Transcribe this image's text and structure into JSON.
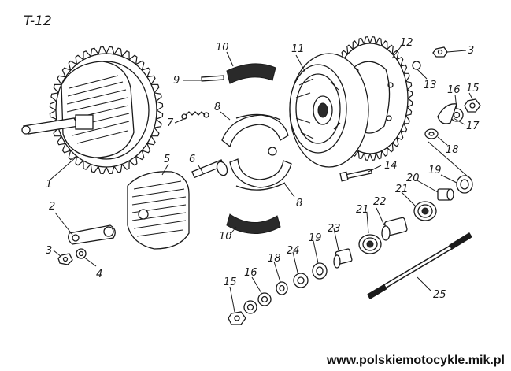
{
  "figure_title": "T-12",
  "watermark": "www.polskiemotocykle.mik.pl",
  "callouts": [
    {
      "id": "c1",
      "text": "1"
    },
    {
      "id": "c2",
      "text": "2"
    },
    {
      "id": "c3a",
      "text": "3"
    },
    {
      "id": "c3b",
      "text": "3"
    },
    {
      "id": "c4",
      "text": "4"
    },
    {
      "id": "c5",
      "text": "5"
    },
    {
      "id": "c6",
      "text": "6"
    },
    {
      "id": "c7",
      "text": "7"
    },
    {
      "id": "c8a",
      "text": "8"
    },
    {
      "id": "c8b",
      "text": "8"
    },
    {
      "id": "c9",
      "text": "9"
    },
    {
      "id": "c10a",
      "text": "10"
    },
    {
      "id": "c10b",
      "text": "10"
    },
    {
      "id": "c11",
      "text": "11"
    },
    {
      "id": "c12",
      "text": "12"
    },
    {
      "id": "c13",
      "text": "13"
    },
    {
      "id": "c14",
      "text": "14"
    },
    {
      "id": "c15a",
      "text": "15"
    },
    {
      "id": "c15b",
      "text": "15"
    },
    {
      "id": "c16a",
      "text": "16"
    },
    {
      "id": "c16b",
      "text": "16"
    },
    {
      "id": "c17",
      "text": "17"
    },
    {
      "id": "c18a",
      "text": "18"
    },
    {
      "id": "c18b",
      "text": "18"
    },
    {
      "id": "c19a",
      "text": "19"
    },
    {
      "id": "c19b",
      "text": "19"
    },
    {
      "id": "c20",
      "text": "20"
    },
    {
      "id": "c21a",
      "text": "21"
    },
    {
      "id": "c21b",
      "text": "21"
    },
    {
      "id": "c22",
      "text": "22"
    },
    {
      "id": "c23",
      "text": "23"
    },
    {
      "id": "c24",
      "text": "24"
    },
    {
      "id": "c25",
      "text": "25"
    }
  ]
}
